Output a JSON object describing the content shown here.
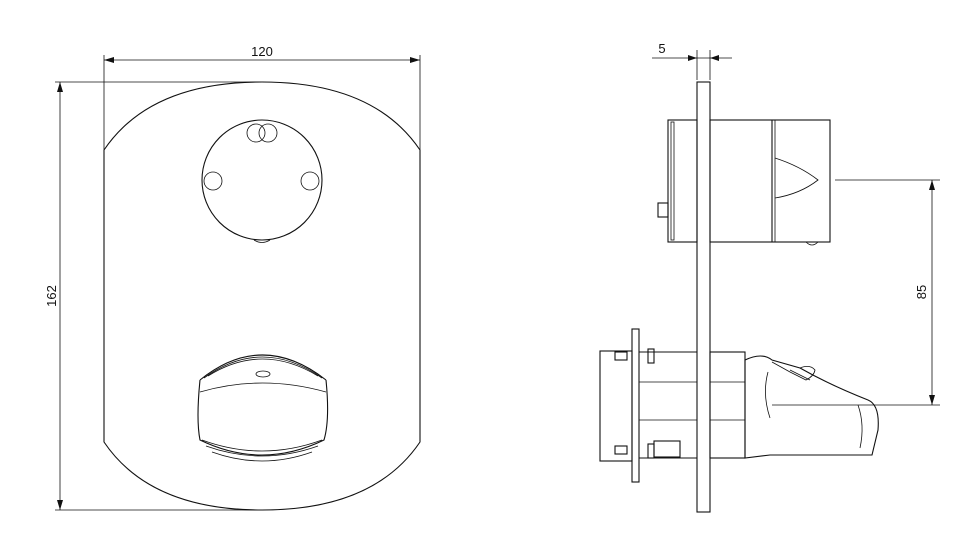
{
  "dimensions": {
    "width_label": "120",
    "height_label": "162",
    "depth_label": "5",
    "spacing_label": "85"
  },
  "colors": {
    "stroke": "#111111",
    "background": "#ffffff"
  }
}
